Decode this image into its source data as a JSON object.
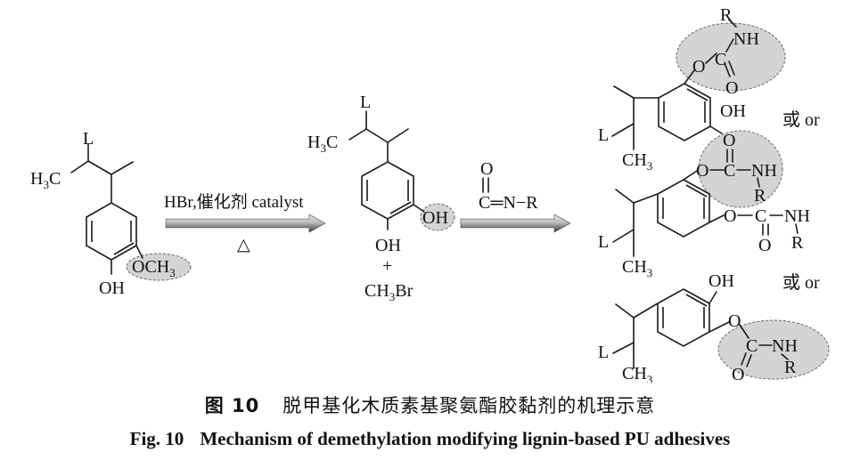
{
  "reactant": {
    "l": "L",
    "h3c": "H",
    "h3c_sub": "3",
    "h3c_c": "C",
    "och3_o": "OCH",
    "och3_sub": "3",
    "oh": "OH"
  },
  "step1": {
    "reagent": "HBr,催化剂 catalyst",
    "heat": "△"
  },
  "intermediate": {
    "l": "L",
    "h3c": "H",
    "h3c_sub": "3",
    "h3c_c": "C",
    "oh_top": "OH",
    "oh_bottom": "OH",
    "plus": "+",
    "ch3br_a": "CH",
    "ch3br_sub": "3",
    "ch3br_b": "Br"
  },
  "isocyanate": {
    "o": "O",
    "formula": "C═N−R"
  },
  "products": {
    "p1": {
      "r": "R",
      "nh": "NH",
      "c": "C",
      "o_ester": "O",
      "o_carbonyl": "O",
      "oh": "OH",
      "l": "L",
      "ch3": "CH",
      "ch3_sub": "3"
    },
    "or1": "或 or",
    "p2": {
      "o_top": "O",
      "o_ester_1": "O",
      "c1": "C",
      "nh1": "NH",
      "r1": "R",
      "o_ester_2": "O",
      "c2": "C",
      "nh2": "NH",
      "o_carbonyl_2": "O",
      "r2": "R",
      "l": "L",
      "ch3": "CH",
      "ch3_sub": "3"
    },
    "or2": "或 or",
    "p3": {
      "oh": "OH",
      "o_ester": "O",
      "c": "C",
      "nh": "NH",
      "r": "R",
      "o_carbonyl": "O",
      "l": "L",
      "ch3": "CH",
      "ch3_sub": "3"
    }
  },
  "caption": {
    "cn_label": "图 10",
    "cn_text": "脱甲基化木质素基聚氨酯胶黏剂的机理示意",
    "en_label": "Fig. 10",
    "en_text": "Mechanism of demethylation modifying lignin-based PU adhesives"
  },
  "colors": {
    "highlight": "#d4d4d4",
    "arrow_dark": "#3a3a3a",
    "arrow_light": "#c8c8c8"
  }
}
